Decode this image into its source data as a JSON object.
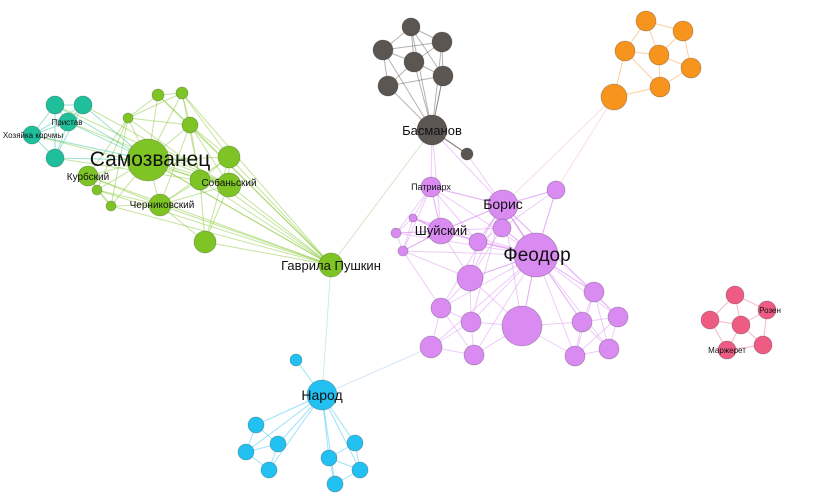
{
  "colors": {
    "teal": "#1fbf9c",
    "green": "#7dc424",
    "dark": "#5b5651",
    "orange": "#f7941e",
    "blue": "#22c1f1",
    "purple": "#d98bf2",
    "pink": "#ee5c84"
  },
  "labels": {
    "pristav": "Пристав",
    "khozyaika": "Хозяйка корчмы",
    "samozvanets": "Самозванец",
    "kurbsky": "Курбский",
    "sobansky": "Собаньский",
    "chernikovsky": "Черниковский",
    "gavrila": "Гаврила Пушкин",
    "basmanov": "Басманов",
    "patriarkh": "Патриарх",
    "boris": "Борис",
    "shuysky": "Шуйский",
    "feodor": "Феодор",
    "narod": "Народ",
    "rozen": "Розен",
    "marzheret": "Маржерет"
  }
}
